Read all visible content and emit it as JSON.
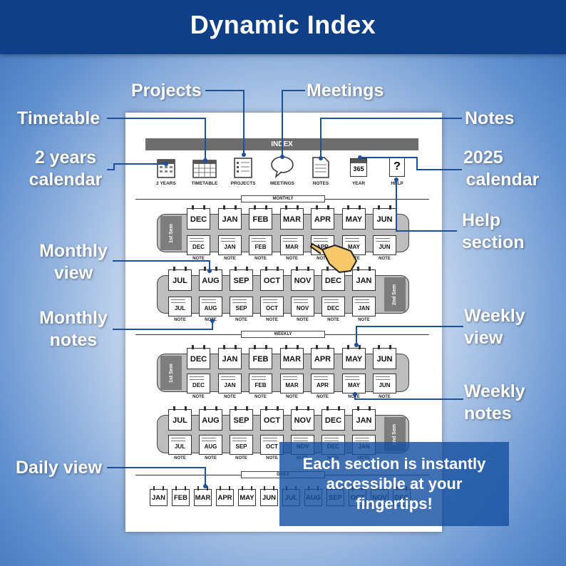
{
  "header": {
    "title": "Dynamic Index"
  },
  "callouts": {
    "projects": "Projects",
    "meetings": "Meetings",
    "timetable": "Timetable",
    "notes": "Notes",
    "two_years_1": "2 years",
    "two_years_2": "calendar",
    "cal2025_1": "2025",
    "cal2025_2": "calendar",
    "help_1": "Help",
    "help_2": "section",
    "monthly_view_1": "Monthly",
    "monthly_view_2": "view",
    "monthly_notes_1": "Monthly",
    "monthly_notes_2": "notes",
    "weekly_view_1": "Weekly",
    "weekly_view_2": "view",
    "weekly_notes_1": "Weekly",
    "weekly_notes_2": "notes",
    "daily_view": "Daily view"
  },
  "index": {
    "title": "INDEX",
    "icons": [
      {
        "label": "2 YEARS",
        "icon": "calendar-grid-icon"
      },
      {
        "label": "TIMETABLE",
        "icon": "table-icon"
      },
      {
        "label": "PROJECTS",
        "icon": "checklist-icon"
      },
      {
        "label": "MEETINGS",
        "icon": "speech-bubble-icon"
      },
      {
        "label": "NOTES",
        "icon": "notepad-icon"
      },
      {
        "label": "YEAR",
        "icon": "calendar-365-icon",
        "number": "365"
      },
      {
        "label": "HELP",
        "icon": "help-icon",
        "symbol": "?"
      }
    ]
  },
  "sections": {
    "monthly": "MONTHLY",
    "weekly": "WEEKLY",
    "daily": "DAILY"
  },
  "semesters": {
    "first": "1st Sem",
    "second": "2nd Sem"
  },
  "months_h1": [
    "DEC",
    "JAN",
    "FEB",
    "MAR",
    "APR",
    "MAY",
    "JUN"
  ],
  "months_h2": [
    "JUL",
    "AUG",
    "SEP",
    "OCT",
    "NOV",
    "DEC",
    "JAN"
  ],
  "daily_months": [
    "JAN",
    "FEB",
    "MAR",
    "APR",
    "MAY",
    "JUN",
    "JUL",
    "AUG",
    "SEP",
    "OCT",
    "NOV",
    "DEC"
  ],
  "note_label": "NOTE",
  "info": {
    "text": "Each section is instantly accessible at your fingertips!"
  },
  "colors": {
    "header": "#0f3f86",
    "connector": "#1e4f9a",
    "info_box": "#1650a0"
  }
}
